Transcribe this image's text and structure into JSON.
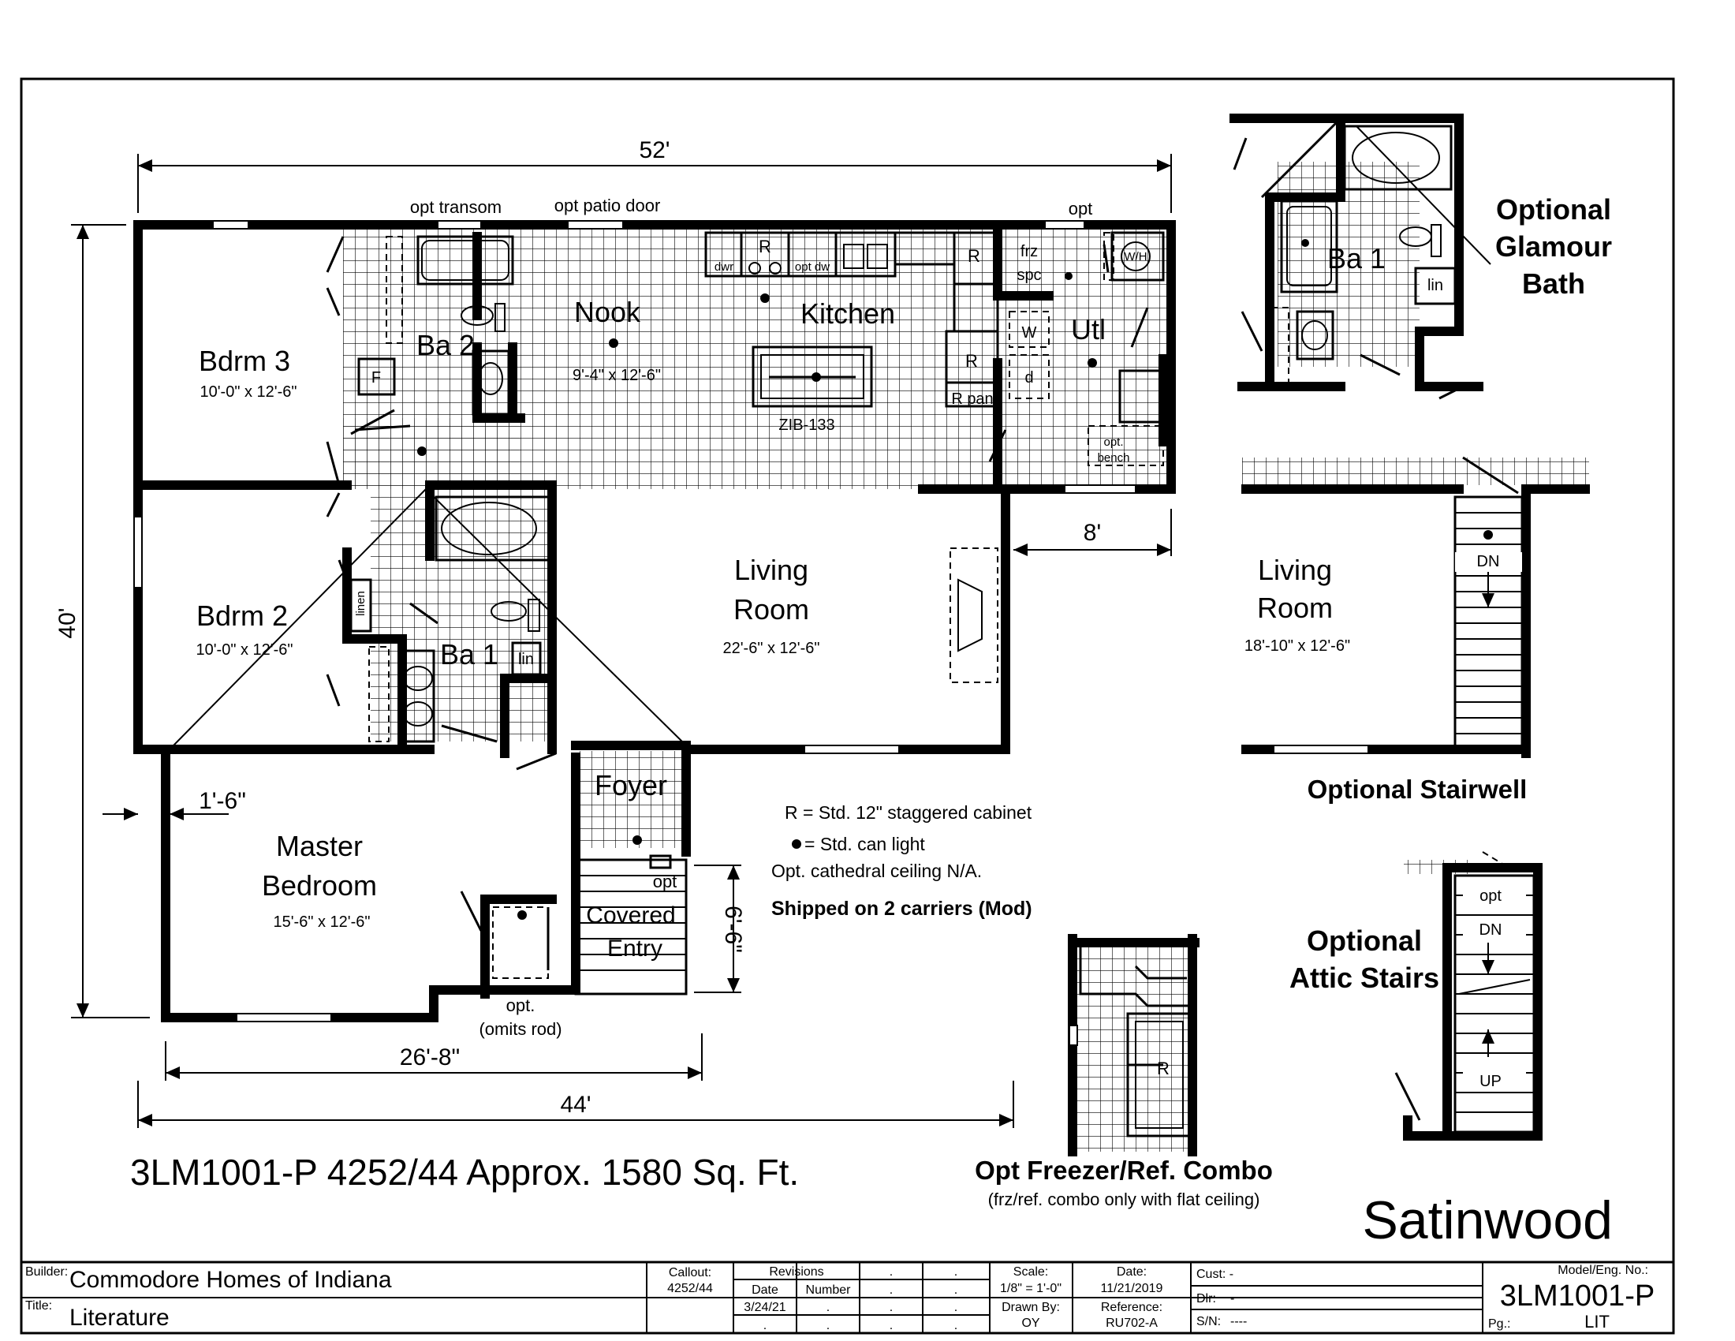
{
  "plan": {
    "dims": {
      "width_top": "52'",
      "depth_left": "40'",
      "living_offset": "8'",
      "master_offset": "1'-6\"",
      "front_26": "26'-8\"",
      "front_44": "44'",
      "entry_depth": "6'-6\""
    },
    "rooms": {
      "bdrm3": {
        "name": "Bdrm 3",
        "size": "10'-0\" x 12'-6\""
      },
      "bdrm2": {
        "name": "Bdrm 2",
        "size": "10'-0\" x 12'-6\""
      },
      "master": {
        "line1": "Master",
        "line2": "Bedroom",
        "size": "15'-6\" x 12'-6\""
      },
      "nook": {
        "name": "Nook",
        "size": "9'-4\" x 12'-6\""
      },
      "kitchen": {
        "name": "Kitchen"
      },
      "living": {
        "line1": "Living",
        "line2": "Room",
        "size": "22'-6\" x 12'-6\""
      },
      "ba2": "Ba 2",
      "ba1": "Ba 1",
      "utl": "Utl",
      "foyer": "Foyer",
      "covered_entry": {
        "line1": "Covered",
        "line2": "Entry"
      }
    },
    "fixtures": {
      "opt_transom": "opt transom",
      "opt_patio_door": "opt patio door",
      "opt_top": "opt",
      "dwr": "dwr",
      "r": "R",
      "opt_dw": "opt dw",
      "frz": "frz",
      "spc": "spc",
      "wh": "W/H",
      "w": "W",
      "d": "d",
      "r_pan": "R pan",
      "zib": "ZIB-133",
      "opt_bench_1": "opt.",
      "opt_bench_2": "bench",
      "f": "F",
      "linen": "linen",
      "lin": "lin",
      "opt_entry": "opt",
      "opt_rod_1": "opt.",
      "opt_rod_2": "(omits rod)"
    },
    "notes": {
      "r_note": "R = Std. 12\" staggered cabinet",
      "light_note": "= Std. can light",
      "ceiling_note": "Opt. cathedral ceiling N/A.",
      "shipped_note": "Shipped on 2 carriers (Mod)"
    },
    "model_line": "3LM1001-P 4252/44 Approx. 1580 Sq. Ft.",
    "name": "Satinwood"
  },
  "insets": {
    "glamour": {
      "line1": "Optional",
      "line2": "Glamour",
      "line3": "Bath",
      "ba": "Ba 1",
      "lin": "lin"
    },
    "stairwell": {
      "title": "Optional Stairwell",
      "room_line1": "Living",
      "room_line2": "Room",
      "size": "18'-10\" x 12'-6\"",
      "dn": "DN"
    },
    "attic": {
      "line1": "Optional",
      "line2": "Attic Stairs",
      "opt": "opt",
      "dn": "DN",
      "up": "UP"
    },
    "freezer": {
      "title": "Opt Freezer/Ref. Combo",
      "sub": "(frz/ref. combo only with flat ceiling)",
      "r": "R"
    }
  },
  "titleblock": {
    "builder_label": "Builder:",
    "builder": "Commodore Homes of Indiana",
    "title_label": "Title:",
    "title": "Literature",
    "callout_label": "Callout:",
    "callout": "4252/44",
    "revisions_label": "Revisions",
    "date_label": "Date",
    "number_label": "Number",
    "rev_date": "3/24/21",
    "dot": ".",
    "scale_label": "Scale:",
    "scale": "1/8\" = 1'-0\"",
    "drawn_label": "Drawn By:",
    "drawn": "OY",
    "date_label2": "Date:",
    "date": "11/21/2019",
    "ref_label": "Reference:",
    "ref": "RU702-A",
    "cust": "Cust: -",
    "dlr": "Dlr:",
    "dlr_val": "-",
    "sn": "S/N:",
    "sn_val": "----",
    "model_label": "Model/Eng. No.:",
    "model": "3LM1001-P",
    "pg_label": "Pg.:",
    "pg": "LIT"
  },
  "colors": {
    "ink": "#000000",
    "paper": "#ffffff"
  }
}
